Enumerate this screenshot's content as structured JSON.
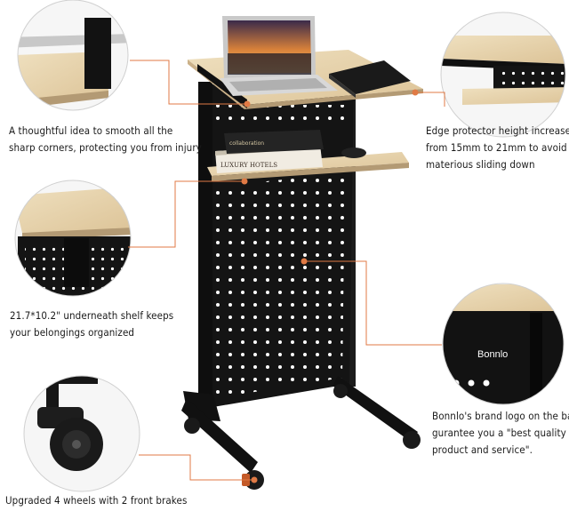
{
  "captions": {
    "corners": [
      "A thoughtful idea to smooth all the",
      "sharp corners, protecting you from injury"
    ],
    "edge": [
      "Edge protector height increased",
      "from 15mm to 21mm to avoid",
      "materious sliding down"
    ],
    "shelf": [
      "21.7*10.2\" underneath shelf keeps",
      "your belongings organized"
    ],
    "logo": [
      "Bonnlo's brand logo on the back,",
      "gurantee you a \"best quality of our",
      "product and service\"."
    ],
    "wheels": [
      "Upgraded 4 wheels with 2 front brakes"
    ]
  },
  "brand_logo_text": "Bonnlo",
  "book_spines": [
    "LUXURY HOTELS",
    "collaboration"
  ],
  "colors": {
    "callout_line": "#e07a45",
    "desk_wood": "#e9d6b0",
    "frame_black": "#141414",
    "panel_dot": "#ffffff"
  }
}
